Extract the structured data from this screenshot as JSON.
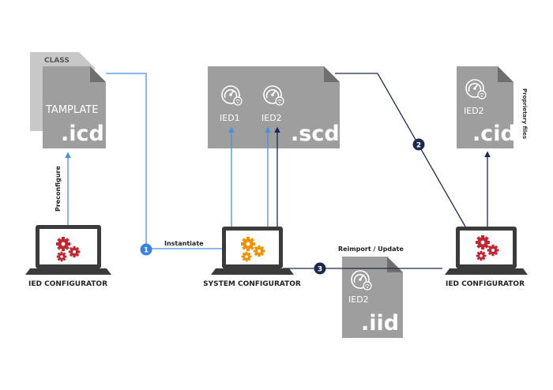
{
  "documents": {
    "class_doc": {
      "header": "CLASS"
    },
    "template_doc": {
      "label": "TAMPLATE",
      "ext": ".icd"
    },
    "scd_doc": {
      "ied1": "IED1",
      "ied2": "IED2",
      "ext": ".scd"
    },
    "cid_doc": {
      "ied": "IED2",
      "ext": ".cid",
      "side_note": "Proprietary files"
    },
    "iid_doc": {
      "ied": "IED2",
      "ext": ".iid"
    }
  },
  "laptops": {
    "left": {
      "caption": "IED CONFIGURATOR",
      "gear_color": "#c4252f"
    },
    "center": {
      "caption": "SYSTEM CONFIGURATOR",
      "gear_color": "#f29100"
    },
    "right": {
      "caption": "IED CONFIGURATOR",
      "gear_color": "#c4252f"
    }
  },
  "flows": {
    "preconfigure": "Preconfigure",
    "instantiate": "Instantiate",
    "reimport": "Reimport / Update"
  },
  "badges": [
    {
      "number": "1",
      "color": "#3b82e0"
    },
    {
      "number": "2",
      "color": "#1a2a4f"
    },
    {
      "number": "3",
      "color": "#1a2a4f"
    }
  ],
  "colors": {
    "doc_gray": "#9e9e9e",
    "doc_back": "#c8c8c8",
    "light_arrow": "#4a8fe0",
    "dark_arrow": "#1a2a4f"
  }
}
